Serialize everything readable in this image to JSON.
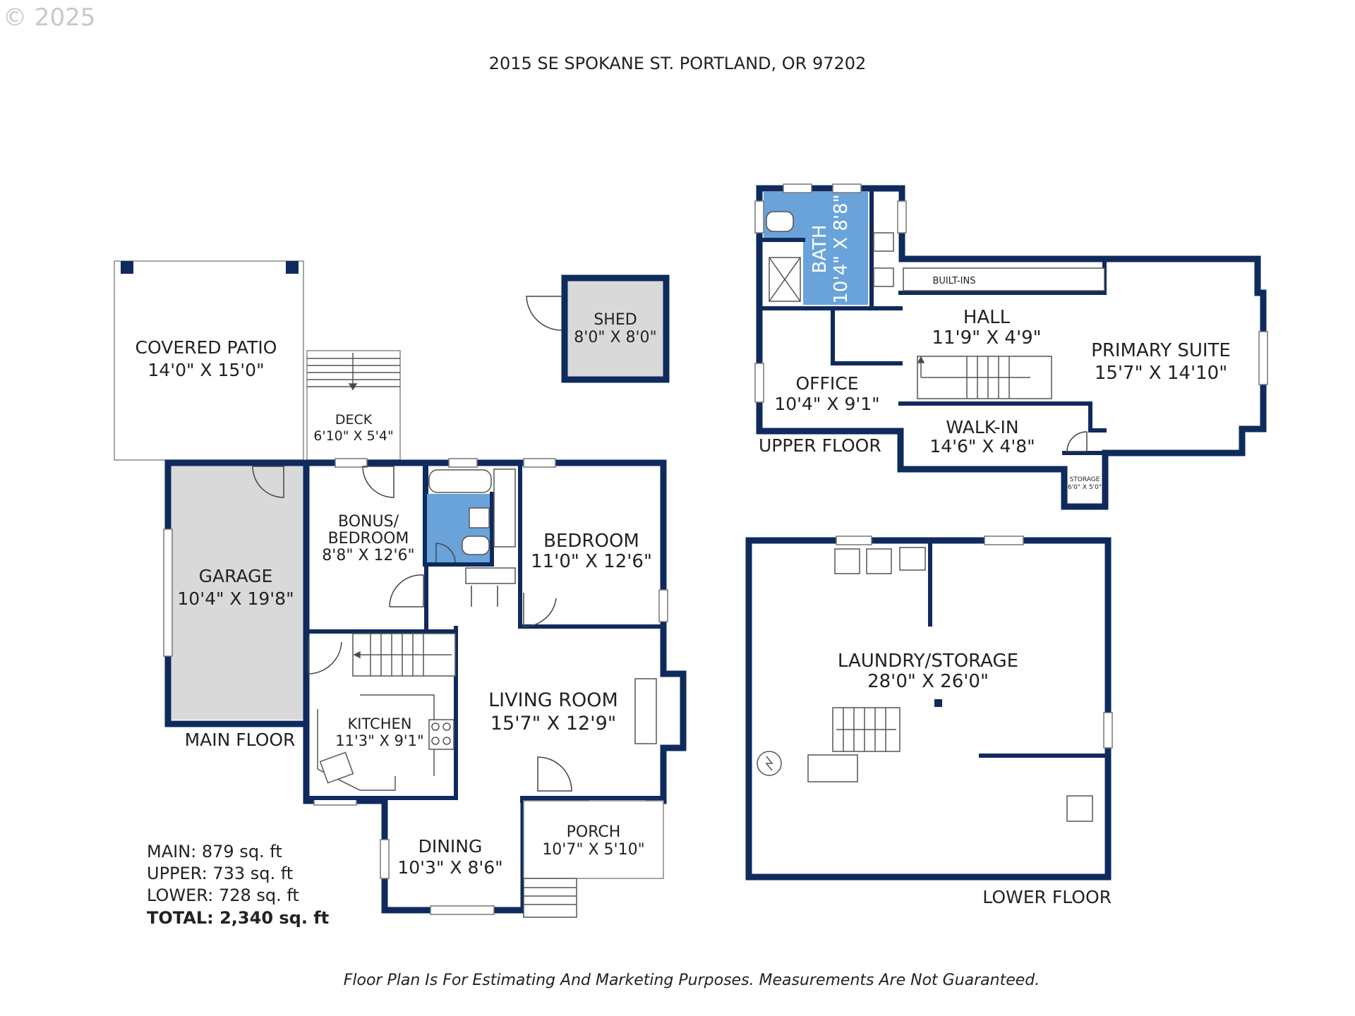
{
  "copyright": "© 2025",
  "address": "2015 SE SPOKANE ST. PORTLAND, OR 97202",
  "disclaimer": "Floor Plan Is For Estimating And Marketing Purposes. Measurements Are Not Guaranteed.",
  "colors": {
    "wall": "#0f2a5c",
    "bath": "#6aa3da",
    "gray_room": "#d9d9d9"
  },
  "floors": {
    "main": "MAIN FLOOR",
    "upper": "UPPER FLOOR",
    "lower": "LOWER FLOOR"
  },
  "rooms": {
    "covered_patio": {
      "name": "COVERED PATIO",
      "size": "14'0\" X 15'0\""
    },
    "shed": {
      "name": "SHED",
      "size": "8'0\" X 8'0\""
    },
    "deck": {
      "name": "DECK",
      "size": "6'10\" X 5'4\""
    },
    "garage": {
      "name": "GARAGE",
      "size": "10'4\" X 19'8\""
    },
    "bonus_bedroom": {
      "name_line1": "BONUS/",
      "name_line2": "BEDROOM",
      "size": "8'8\" X 12'6\""
    },
    "bedroom": {
      "name": "BEDROOM",
      "size": "11'0\" X 12'6\""
    },
    "kitchen": {
      "name": "KITCHEN",
      "size": "11'3\" X 9'1\""
    },
    "living_room": {
      "name": "LIVING ROOM",
      "size": "15'7\" X 12'9\""
    },
    "dining": {
      "name": "DINING",
      "size": "10'3\" X 8'6\""
    },
    "porch": {
      "name": "PORCH",
      "size": "10'7\" X 5'10\""
    },
    "bath": {
      "name": "BATH",
      "size": "10'4\" X 8'8\""
    },
    "built_ins": {
      "name": "BUILT-INS"
    },
    "hall": {
      "name": "HALL",
      "size": "11'9\" X 4'9\""
    },
    "primary_suite": {
      "name": "PRIMARY SUITE",
      "size": "15'7\" X 14'10\""
    },
    "office": {
      "name": "OFFICE",
      "size": "10'4\" X 9'1\""
    },
    "walk_in": {
      "name": "WALK-IN",
      "size": "14'6\" X 4'8\""
    },
    "storage": {
      "name": "STORAGE",
      "size": "6'0\" X 5'0\""
    },
    "laundry_storage": {
      "name": "LAUNDRY/STORAGE",
      "size": "28'0\" X 26'0\""
    }
  },
  "area_summary": {
    "main": "MAIN: 879 sq. ft",
    "upper": "UPPER: 733 sq. ft",
    "lower": "LOWER: 728 sq. ft",
    "total": "TOTAL: 2,340 sq. ft"
  }
}
